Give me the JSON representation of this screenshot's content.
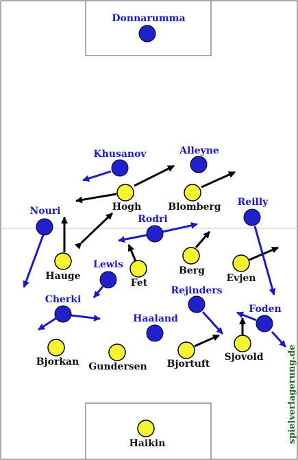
{
  "colors": {
    "team_blue_fill": "#2020cc",
    "team_yellow_fill": "#f4f430",
    "blue_arrow": "#1a1acc",
    "black_arrow": "#000000",
    "label_blue": "#1a1acc",
    "label_dark": "#111111",
    "pitch_line": "#555555",
    "watermark": "#1a6b1a"
  },
  "watermark": "spielverlagerung.de",
  "team_blue": [
    {
      "key": "donnarumma",
      "name": "Donnarumma"
    },
    {
      "key": "khusanov",
      "name": "Khusanov"
    },
    {
      "key": "alleyne",
      "name": "Alleyne"
    },
    {
      "key": "nouri",
      "name": "Nouri"
    },
    {
      "key": "reilly",
      "name": "Reilly"
    },
    {
      "key": "rodri",
      "name": "Rodri"
    },
    {
      "key": "lewis",
      "name": "Lewis"
    },
    {
      "key": "cherki",
      "name": "Cherki"
    },
    {
      "key": "rejinders",
      "name": "Rejinders"
    },
    {
      "key": "haaland",
      "name": "Haaland"
    },
    {
      "key": "foden",
      "name": "Foden"
    }
  ],
  "team_yellow": [
    {
      "key": "hogh",
      "name": "Hogh"
    },
    {
      "key": "blomberg",
      "name": "Blomberg"
    },
    {
      "key": "hauge",
      "name": "Hauge"
    },
    {
      "key": "fet",
      "name": "Fet"
    },
    {
      "key": "berg",
      "name": "Berg"
    },
    {
      "key": "evjen",
      "name": "Evjen"
    },
    {
      "key": "bjorkan",
      "name": "Bjorkan"
    },
    {
      "key": "gundersen",
      "name": "Gundersen"
    },
    {
      "key": "bjortuft",
      "name": "Bjortuft"
    },
    {
      "key": "sjovold",
      "name": "Sjovold"
    },
    {
      "key": "haikin",
      "name": "Haikin"
    }
  ]
}
